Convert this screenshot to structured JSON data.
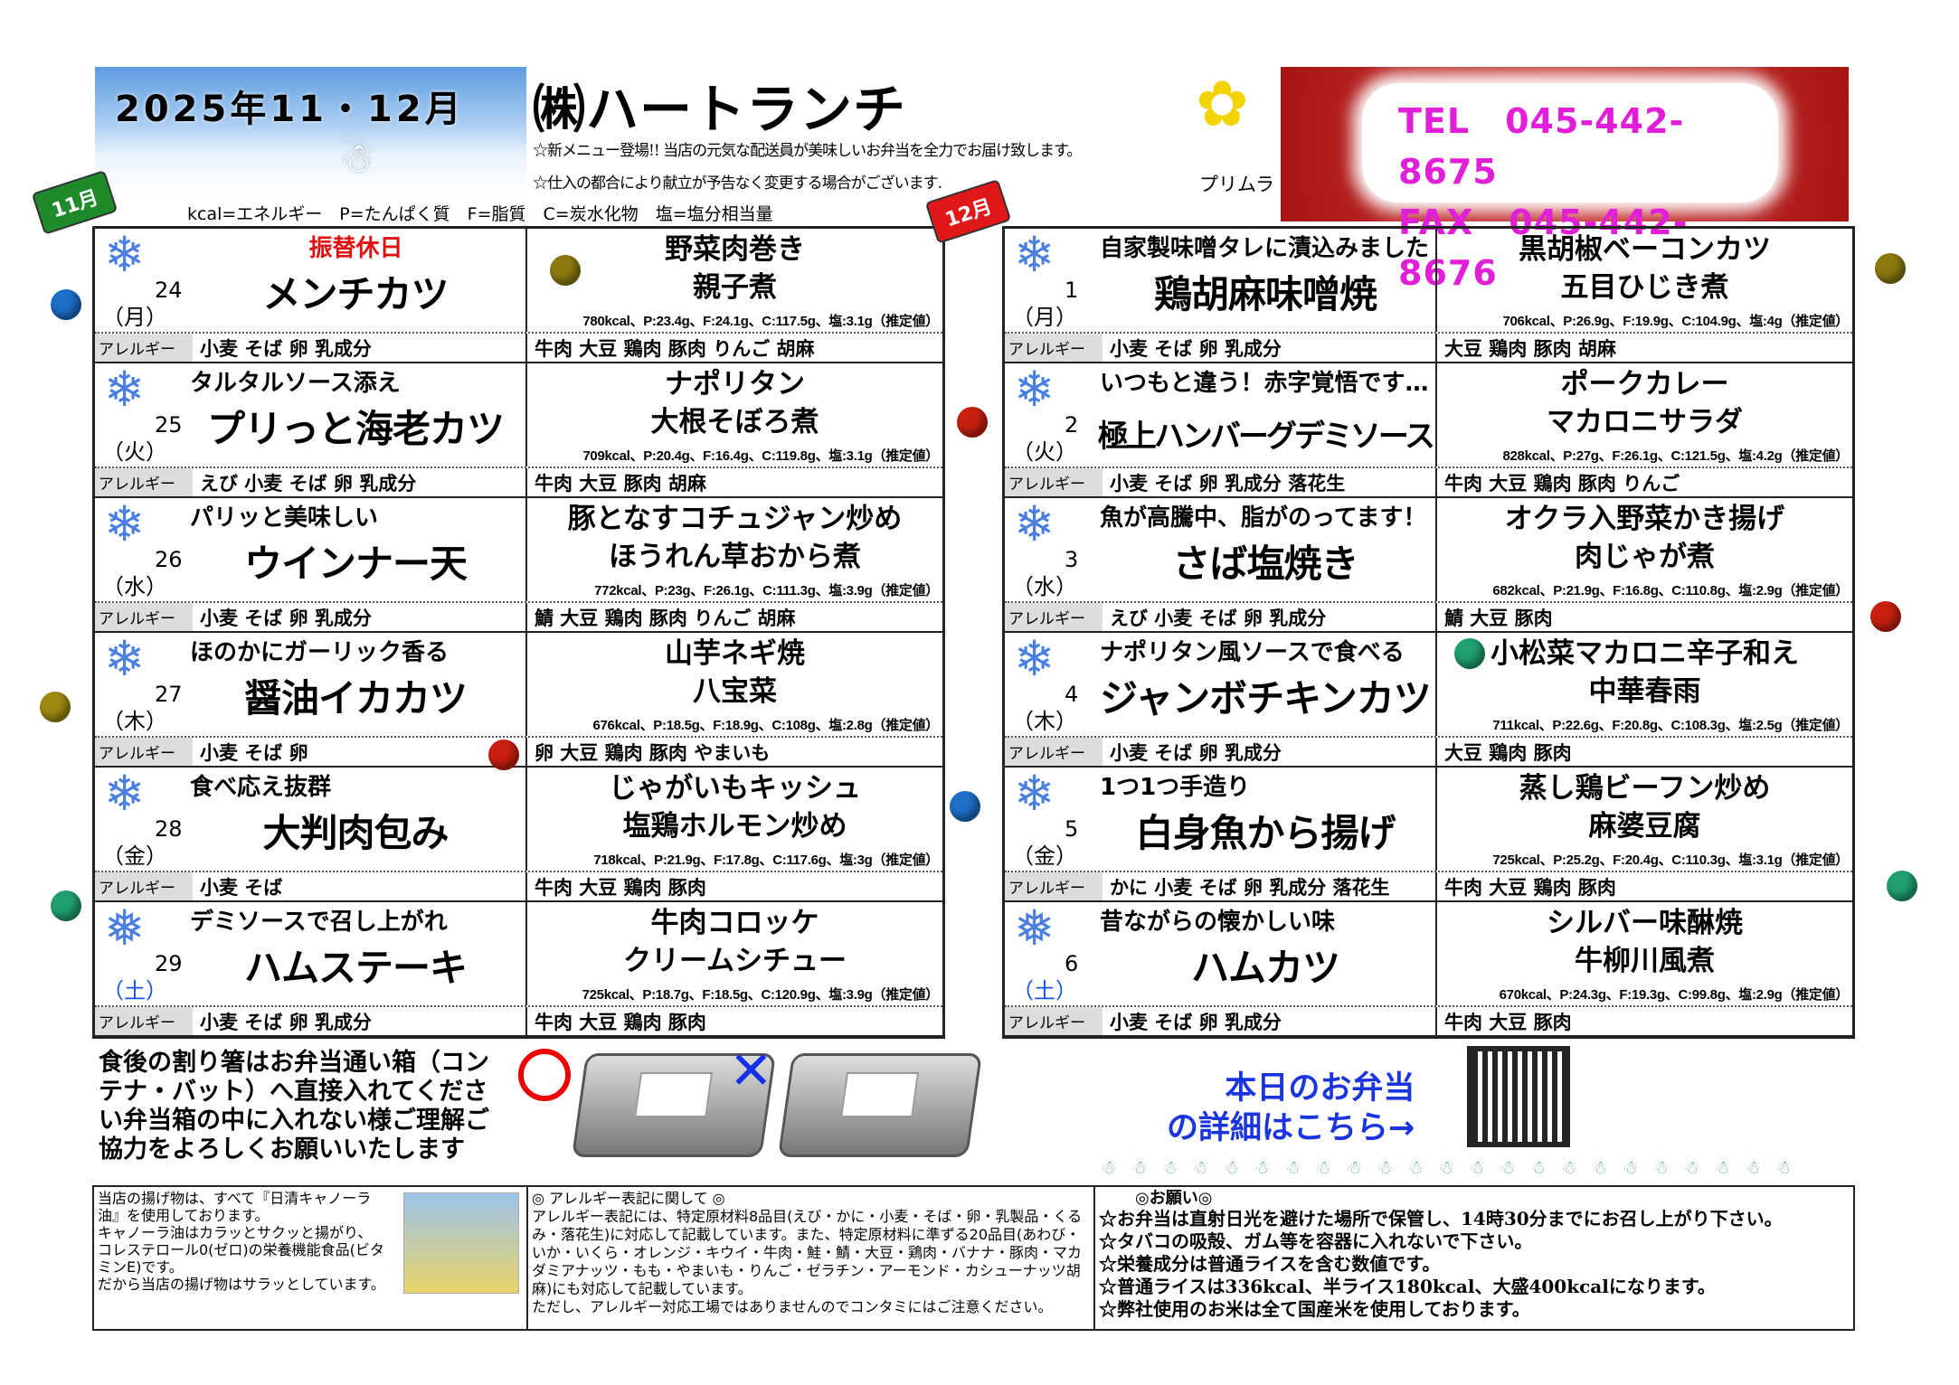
{
  "header": {
    "period": "2025年11・12月",
    "brand": "㈱ハートランチ",
    "notes": [
      "☆新メニュー登場!! 当店の元気な配送員が美味しいお弁当を全力でお届け致します。",
      "☆仕入の都合により献立が予告なく変更する場合がございます."
    ],
    "flower_label": "プリムラ",
    "tel": "TEL　045-442-8675",
    "fax": "FAX　045-442-8676",
    "legend": "kcal=エネルギー　P=たんぱく質　F=脂質　C=炭水化物　塩=塩分相当量"
  },
  "allergen_label": "アレルギー",
  "months": [
    {
      "tag": "11月",
      "tag_color": "#1f8a2a",
      "days": [
        {
          "day": "24",
          "weekday": "（月）",
          "note": "振替休日",
          "note_color": "#e01010",
          "note_center": true,
          "main": "メンチカツ",
          "side1": "野菜肉巻き",
          "side2": "親子煮",
          "nutrition": "780kcal、P:23.4g、F:24.1g、C:117.5g、塩:3.1g（推定値）",
          "allergen_main": "小麦 そば 卵 乳成分",
          "allergen_side": "牛肉 大豆 鶏肉 豚肉 りんご 胡麻"
        },
        {
          "day": "25",
          "weekday": "（火）",
          "note": "タルタルソース添え",
          "main": "プリっと海老カツ",
          "side1": "ナポリタン",
          "side2": "大根そぼろ煮",
          "nutrition": "709kcal、P:20.4g、F:16.4g、C:119.8g、塩:3.1g（推定値）",
          "allergen_main": "えび 小麦 そば 卵 乳成分",
          "allergen_side": "牛肉 大豆 豚肉 胡麻"
        },
        {
          "day": "26",
          "weekday": "（水）",
          "note": "パリッと美味しい",
          "main": "ウインナー天",
          "side1": "豚となすコチュジャン炒め",
          "side2": "ほうれん草おから煮",
          "nutrition": "772kcal、P:23g、F:26.1g、C:111.3g、塩:3.9g（推定値）",
          "allergen_main": "小麦 そば 卵 乳成分",
          "allergen_side": "鯖 大豆 鶏肉 豚肉 りんご 胡麻"
        },
        {
          "day": "27",
          "weekday": "（木）",
          "note": "ほのかにガーリック香る",
          "main": "醤油イカカツ",
          "side1": "山芋ネギ焼",
          "side2": "八宝菜",
          "nutrition": "676kcal、P:18.5g、F:18.9g、C:108g、塩:2.8g（推定値）",
          "allergen_main": "小麦 そば 卵",
          "allergen_side": "卵 大豆 鶏肉 豚肉 やまいも"
        },
        {
          "day": "28",
          "weekday": "（金）",
          "note": "食べ応え抜群",
          "main": "大判肉包み",
          "side1": "じゃがいもキッシュ",
          "side2": "塩鶏ホルモン炒め",
          "nutrition": "718kcal、P:21.9g、F:17.8g、C:117.6g、塩:3g（推定値）",
          "allergen_main": "小麦 そば",
          "allergen_side": "牛肉 大豆 鶏肉 豚肉"
        },
        {
          "day": "29",
          "weekday": "（土）",
          "saturday": true,
          "note": "デミソースで召し上がれ",
          "main": "ハムステーキ",
          "side1": "牛肉コロッケ",
          "side2": "クリームシチュー",
          "nutrition": "725kcal、P:18.7g、F:18.5g、C:120.9g、塩:3.9g（推定値）",
          "allergen_main": "小麦 そば 卵 乳成分",
          "allergen_side": "牛肉 大豆 鶏肉 豚肉"
        }
      ]
    },
    {
      "tag": "12月",
      "tag_color": "#e01818",
      "days": [
        {
          "day": "1",
          "weekday": "（月）",
          "note": "自家製味噌タレに漬込みました",
          "main": "鶏胡麻味噌焼",
          "side1": "黒胡椒ベーコンカツ",
          "side2": "五目ひじき煮",
          "nutrition": "706kcal、P:26.9g、F:19.9g、C:104.9g、塩:4g（推定値）",
          "allergen_main": "小麦 そば 卵 乳成分",
          "allergen_side": "大豆 鶏肉 豚肉 胡麻"
        },
        {
          "day": "2",
          "weekday": "（火）",
          "note": "いつもと違う！赤字覚悟です…",
          "main": "極上ハンバーグデミソース",
          "main_small": true,
          "side1": "ポークカレー",
          "side2": "マカロニサラダ",
          "nutrition": "828kcal、P:27g、F:26.1g、C:121.5g、塩:4.2g（推定値）",
          "allergen_main": "小麦 そば 卵 乳成分 落花生",
          "allergen_side": "牛肉 大豆 鶏肉 豚肉 りんご"
        },
        {
          "day": "3",
          "weekday": "（水）",
          "note": "魚が高騰中、脂がのってます！",
          "main": "さば塩焼き",
          "side1": "オクラ入野菜かき揚げ",
          "side2": "肉じゃが煮",
          "nutrition": "682kcal、P:21.9g、F:16.8g、C:110.8g、塩:2.9g（推定値）",
          "allergen_main": "えび 小麦 そば 卵 乳成分",
          "allergen_side": "鯖 大豆 豚肉"
        },
        {
          "day": "4",
          "weekday": "（木）",
          "note": "ナポリタン風ソースで食べる",
          "main": "ジャンボチキンカツ",
          "side1": "小松菜マカロニ辛子和え",
          "side2": "中華春雨",
          "nutrition": "711kcal、P:22.6g、F:20.8g、C:108.3g、塩:2.5g（推定値）",
          "allergen_main": "小麦 そば 卵 乳成分",
          "allergen_side": "大豆 鶏肉 豚肉"
        },
        {
          "day": "5",
          "weekday": "（金）",
          "note": "1つ1つ手造り",
          "main": "白身魚から揚げ",
          "side1": "蒸し鶏ビーフン炒め",
          "side2": "麻婆豆腐",
          "nutrition": "725kcal、P:25.2g、F:20.4g、C:110.3g、塩:3.1g（推定値）",
          "allergen_main": "かに 小麦 そば 卵 乳成分 落花生",
          "allergen_side": "牛肉 大豆 鶏肉 豚肉"
        },
        {
          "day": "6",
          "weekday": "（土）",
          "saturday": true,
          "note": "昔ながらの懐かしい味",
          "main": "ハムカツ",
          "side1": "シルバー味醂焼",
          "side2": "牛柳川風煮",
          "nutrition": "670kcal、P:24.3g、F:19.3g、C:99.8g、塩:2.9g（推定値）",
          "allergen_main": "小麦 そば 卵 乳成分",
          "allergen_side": "牛肉 大豆 豚肉"
        }
      ]
    }
  ],
  "chopsticks_notice": "食後の割り箸はお弁当通い箱（コンテナ・バット）へ直接入れてください弁当箱の中に入れない様ご理解ご協力をよろしくお願いいたします",
  "today_link": [
    "本日のお弁当",
    "の詳細はこちら→"
  ],
  "footer": {
    "oil": [
      "当店の揚げ物は、すべて『日清キャノーラ油』を使用しております。",
      "キャノーラ油はカラッとサクッと揚がり、",
      "コレステロール0(ゼロ)の栄養機能食品(ビタミンE)です。",
      "だから当店の揚げ物はサラッとしています。"
    ],
    "allergy_title": "◎ アレルギー表記に関して ◎",
    "allergy": [
      "アレルギー表記には、特定原材料8品目(えび・かに・小麦・そば・卵・乳製品・くるみ・落花生)に対応して記載しています。また、特定原材料に準ずる20品目(あわび・いか・いくら・オレンジ・キウイ・牛肉・鮭・鯖・大豆・鶏肉・バナナ・豚肉・マカダミアナッツ・もも・やまいも・りんご・ゼラチン・アーモンド・カシューナッツ胡麻)にも対応して記載しています。",
      "ただし、アレルギー対応工場ではありませんのでコンタミにはご注意ください。"
    ],
    "request_title": "◎お願い◎",
    "requests": [
      "☆お弁当は直射日光を避けた場所で保管し、14時30分までにお召し上がり下さい。",
      "☆タバコの吸殻、ガム等を容器に入れないで下さい。",
      "☆栄養成分は普通ライスを含む数値です。",
      "☆普通ライスは336kcal、半ライス180kcal、大盛400kcalになります。",
      "☆弊社使用のお米は全て国産米を使用しております。"
    ]
  }
}
